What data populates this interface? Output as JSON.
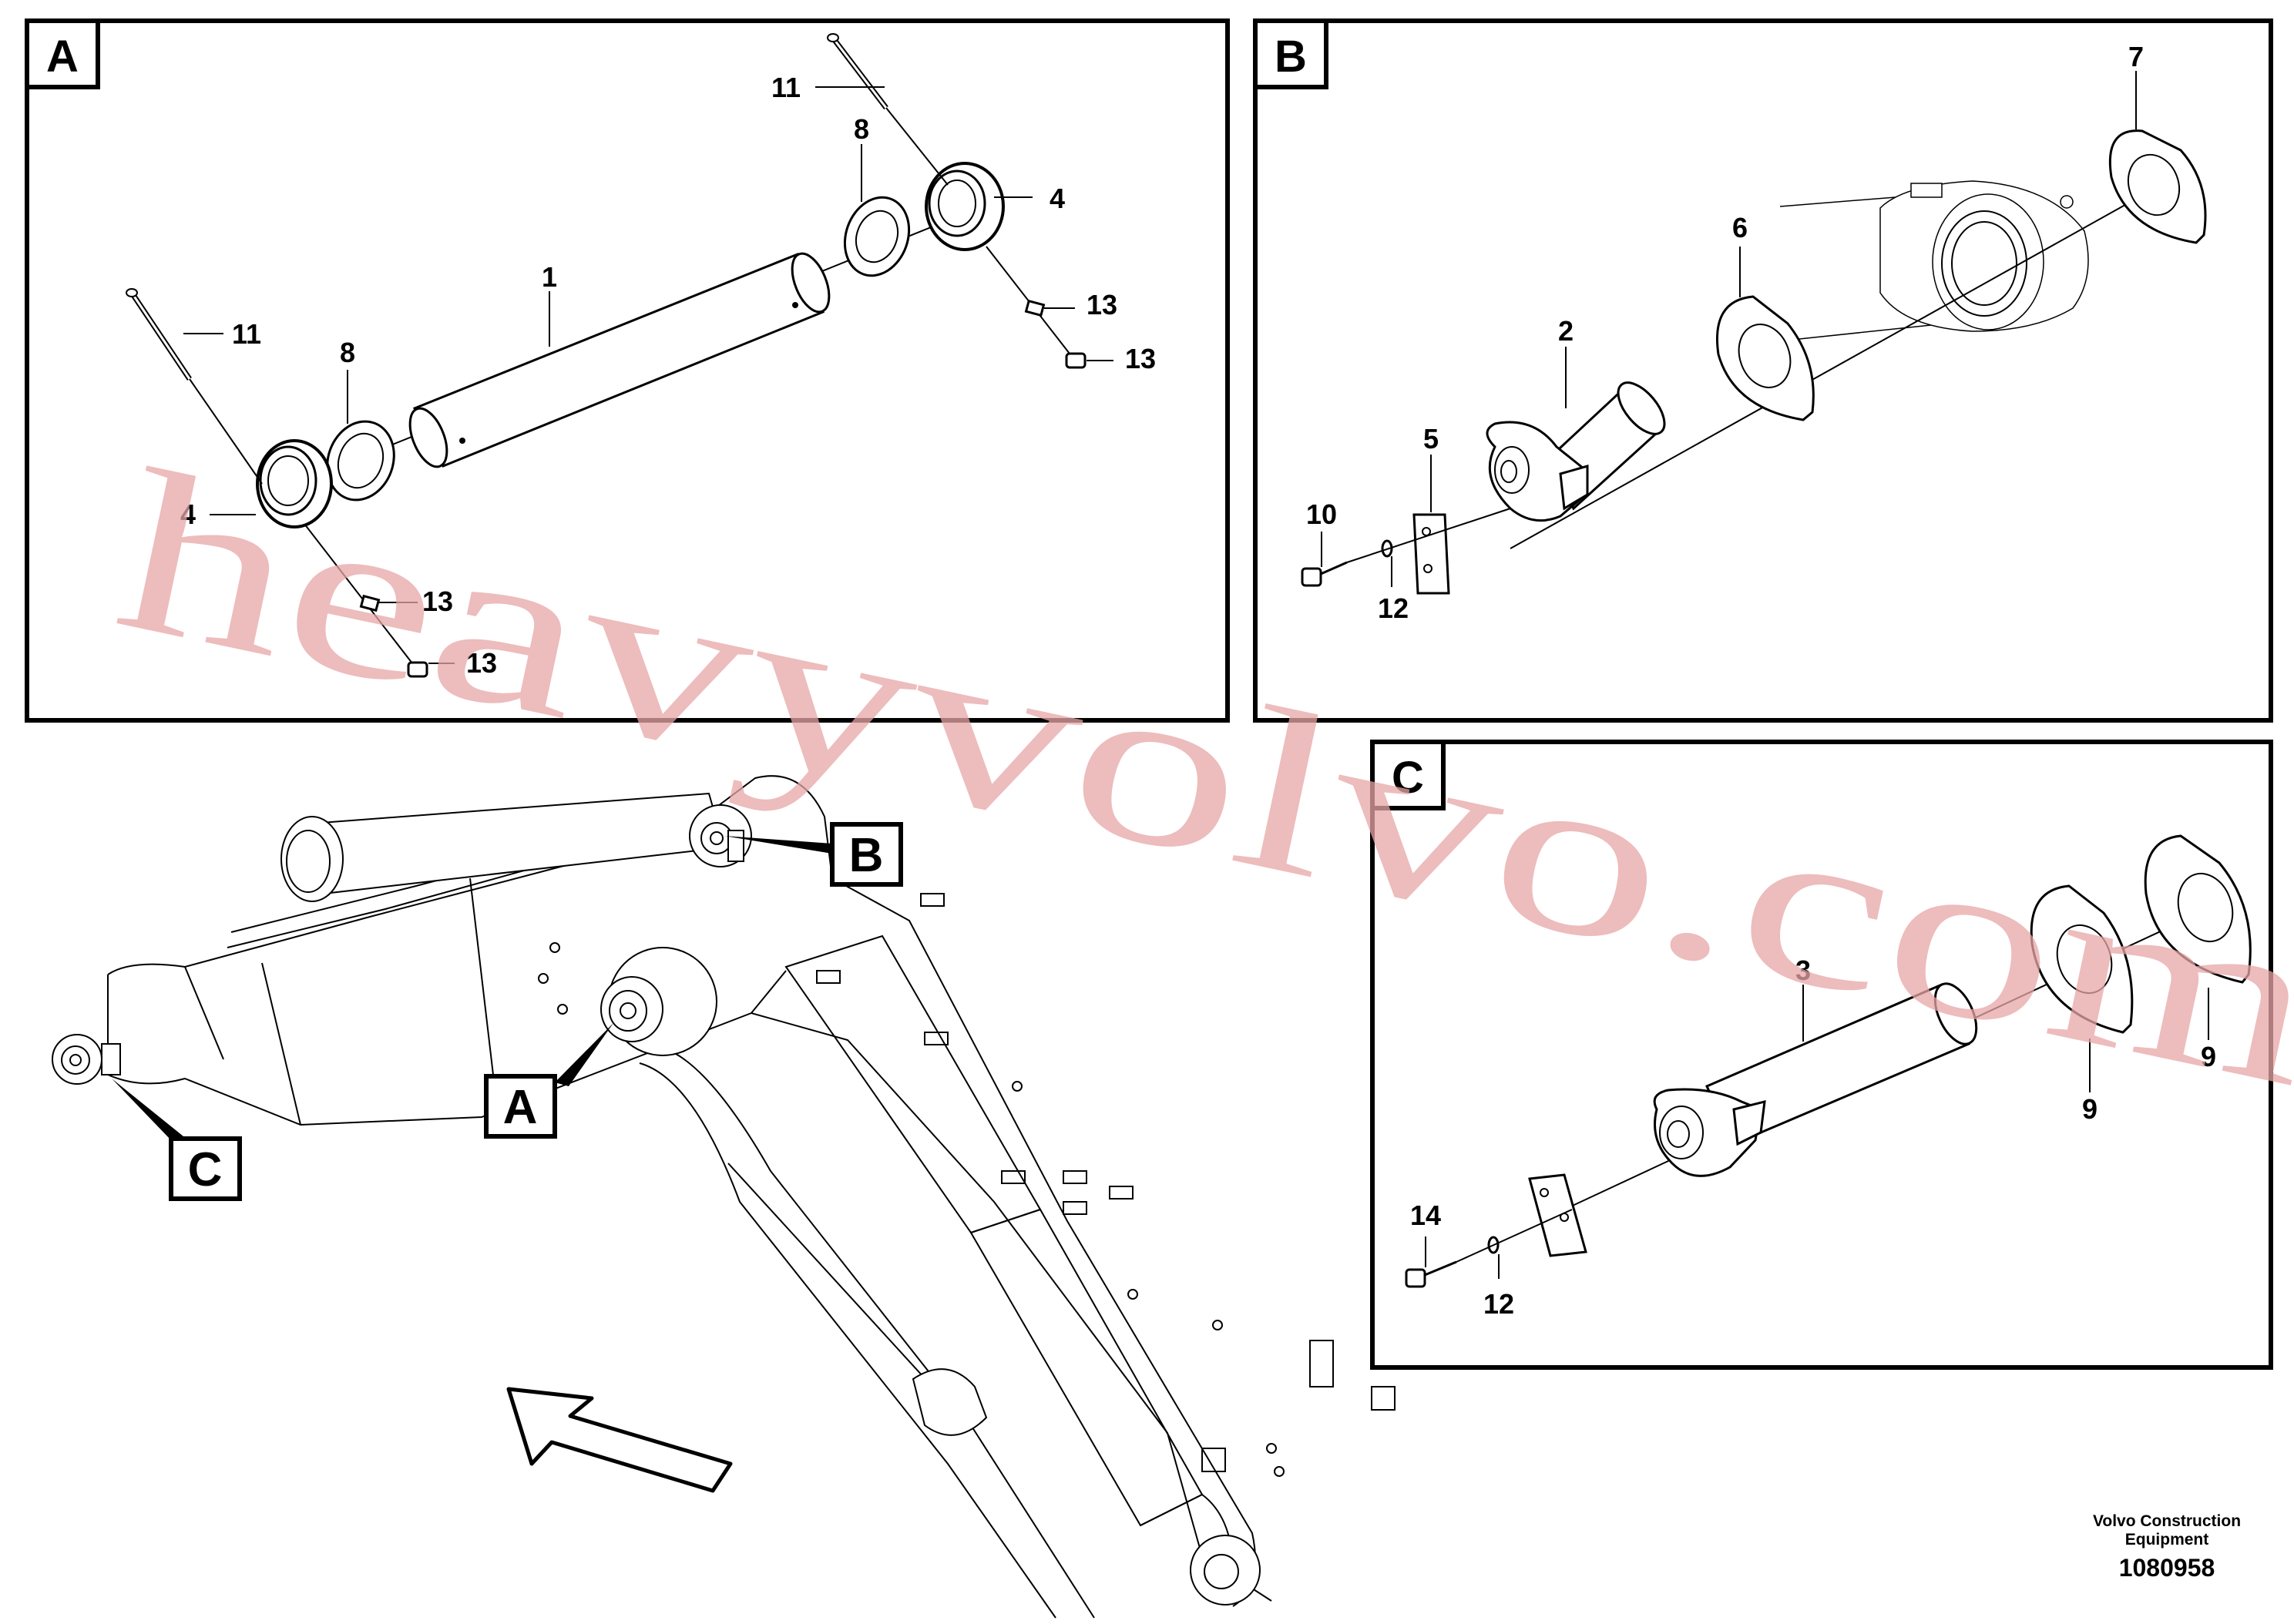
{
  "panels": {
    "a": {
      "letter": "A",
      "labels": {
        "l11a": "11",
        "l8a": "8",
        "l4a": "4",
        "l13a": "13",
        "l13b": "13",
        "l11b": "11",
        "l8b": "8",
        "l1": "1",
        "l4b": "4",
        "l13c": "13",
        "l13d": "13"
      }
    },
    "b": {
      "letter": "B",
      "labels": {
        "l7": "7",
        "l6": "6",
        "l2": "2",
        "l5": "5",
        "l10": "10",
        "l12": "12"
      }
    },
    "c": {
      "letter": "C",
      "labels": {
        "l3": "3",
        "l9a": "9",
        "l9b": "9",
        "l14": "14",
        "l12": "12"
      }
    }
  },
  "callouts": {
    "a": "A",
    "b": "B",
    "c": "C"
  },
  "watermark": "heavyvolvo.com",
  "footer": {
    "credit_line1": "Volvo Construction",
    "credit_line2": "Equipment",
    "doc_number": "1080958"
  }
}
